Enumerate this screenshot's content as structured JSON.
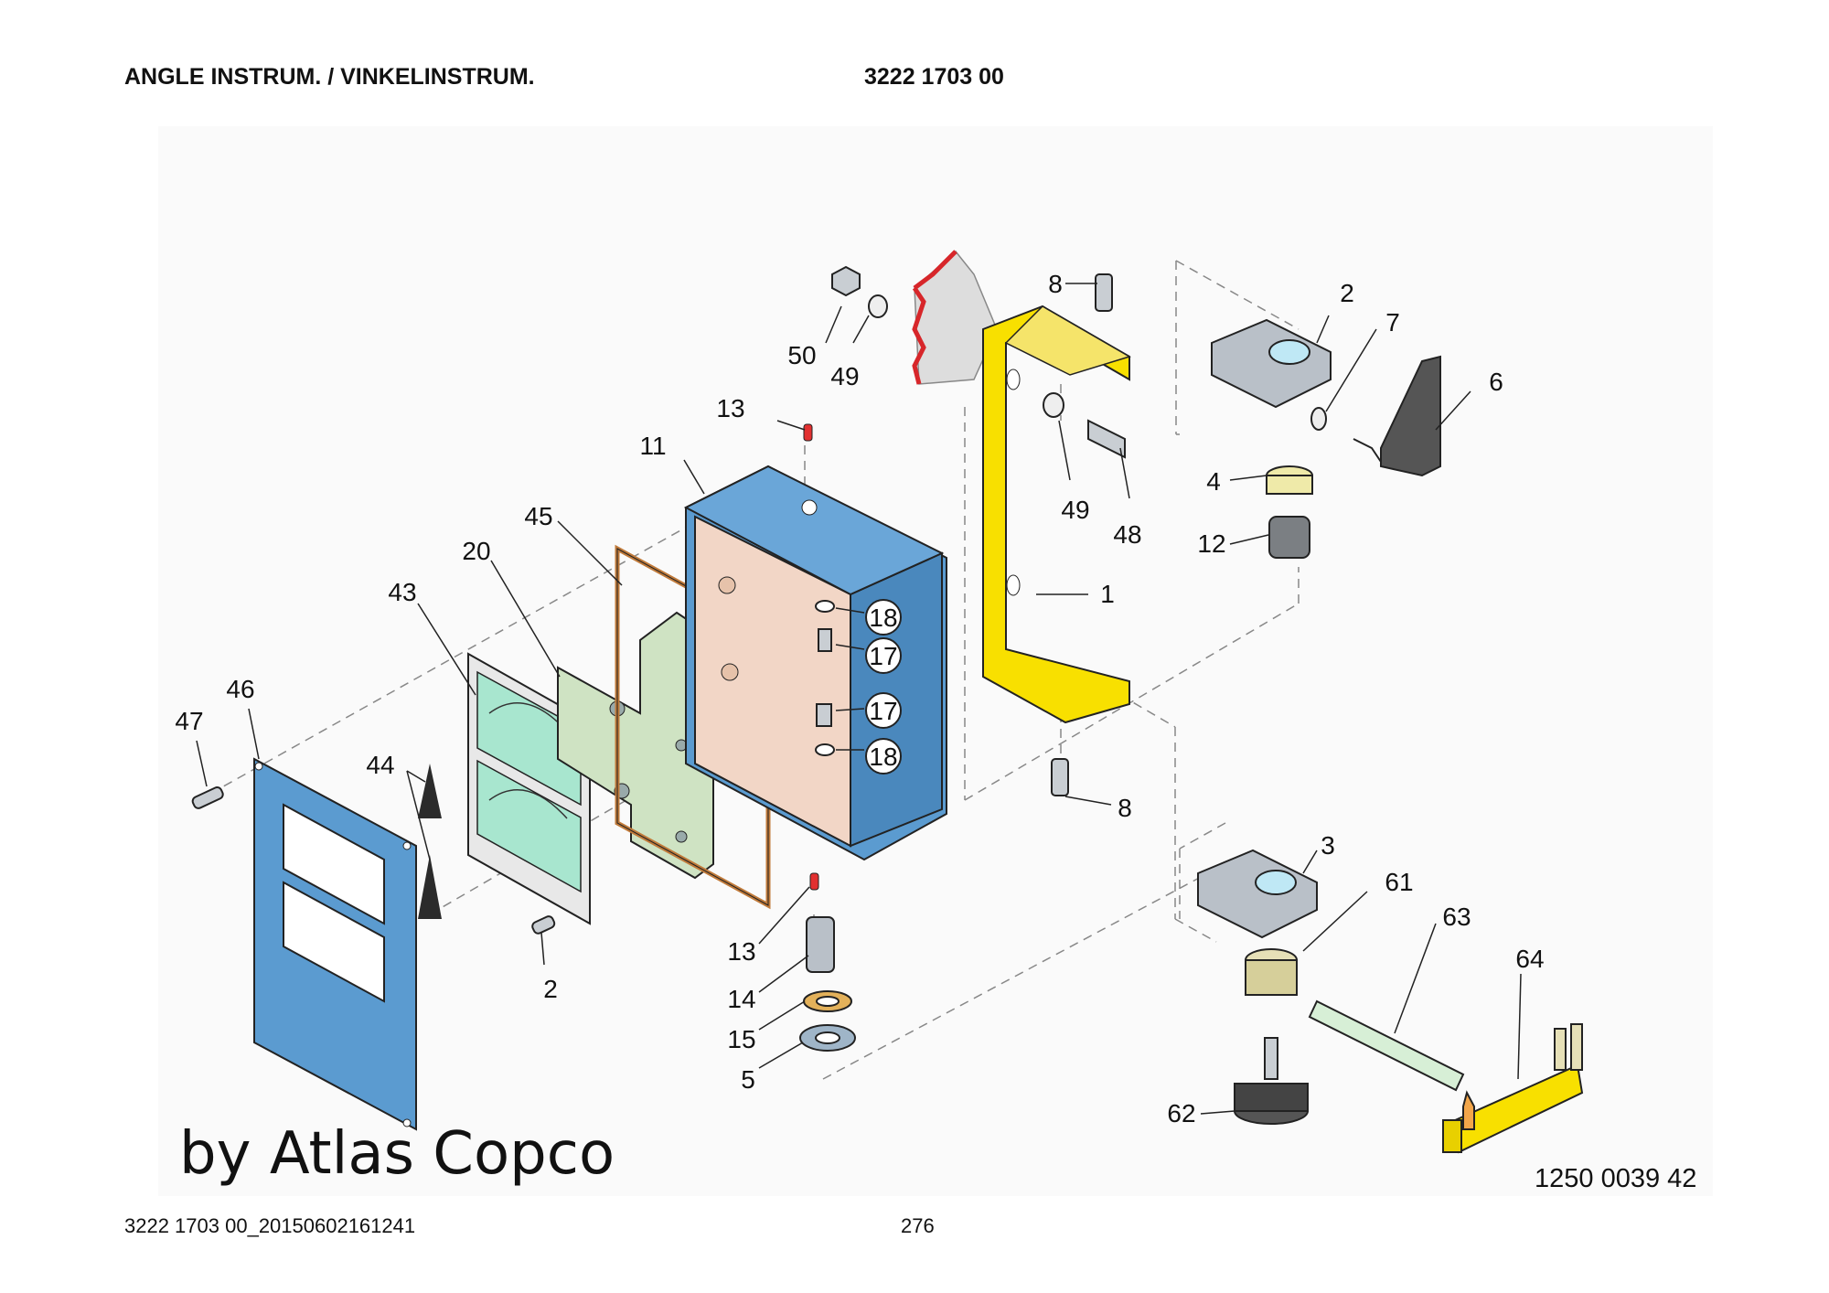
{
  "header": {
    "title": "ANGLE INSTRUM. / VINKELINSTRUM.",
    "part_number": "3222 1703 00"
  },
  "footer": {
    "document_id": "3222 1703 00_20150602161241",
    "page_number": "276"
  },
  "drawing": {
    "figure_number": "1250 0039 42",
    "watermark": "by Atlas Copco",
    "callouts": [
      "1",
      "2",
      "2",
      "3",
      "4",
      "5",
      "6",
      "7",
      "8",
      "8",
      "11",
      "12",
      "13",
      "13",
      "14",
      "15",
      "17",
      "17",
      "18",
      "18",
      "20",
      "43",
      "44",
      "45",
      "46",
      "47",
      "48",
      "49",
      "49",
      "50",
      "61",
      "62",
      "63",
      "64"
    ],
    "colors": {
      "housing_blue": "#5b9bd0",
      "housing_inner": "#f2d6c6",
      "bracket_yellow": "#f8e000",
      "plate_green": "#cfe3c3",
      "dial_green": "#a8e6cf",
      "gasket_brown": "#c07a3a",
      "steel_grey": "#b9c0c8",
      "cut_edge_red": "#d7262a"
    }
  }
}
